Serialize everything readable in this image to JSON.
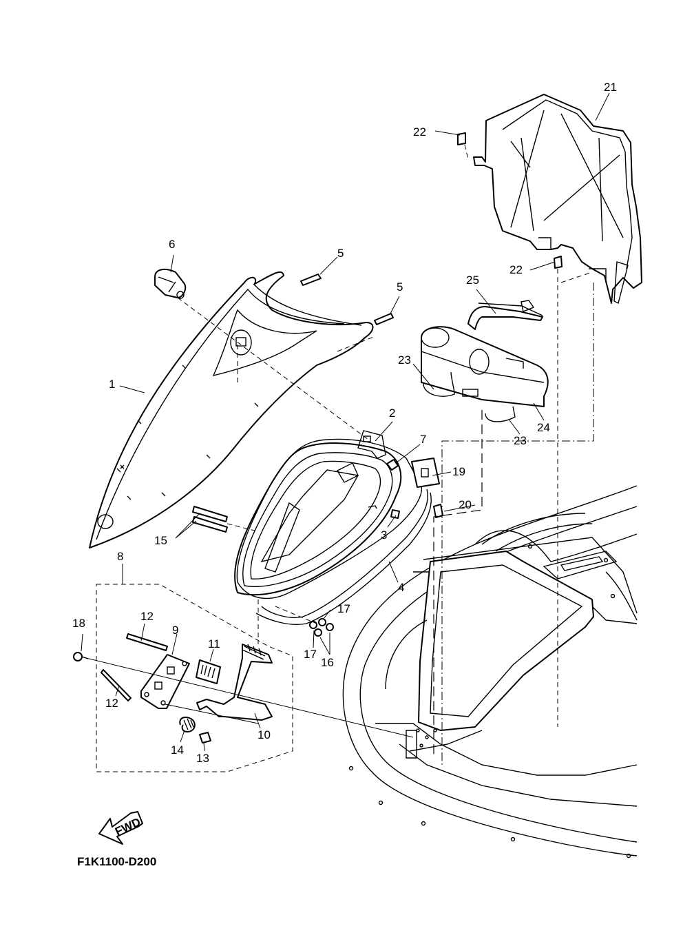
{
  "diagram_code": "F1K1100-D200",
  "fwd_label": "FWD",
  "callouts": {
    "c1": "1",
    "c2": "2",
    "c3": "3",
    "c4": "4",
    "c5a": "5",
    "c5b": "5",
    "c6": "6",
    "c7": "7",
    "c8": "8",
    "c9": "9",
    "c10": "10",
    "c11": "11",
    "c12a": "12",
    "c12b": "12",
    "c13": "13",
    "c14": "14",
    "c15": "15",
    "c16": "16",
    "c17a": "17",
    "c17b": "17",
    "c18": "18",
    "c19": "19",
    "c20": "20",
    "c21": "21",
    "c22a": "22",
    "c22b": "22",
    "c23a": "23",
    "c23b": "23",
    "c24": "24",
    "c25": "25"
  }
}
